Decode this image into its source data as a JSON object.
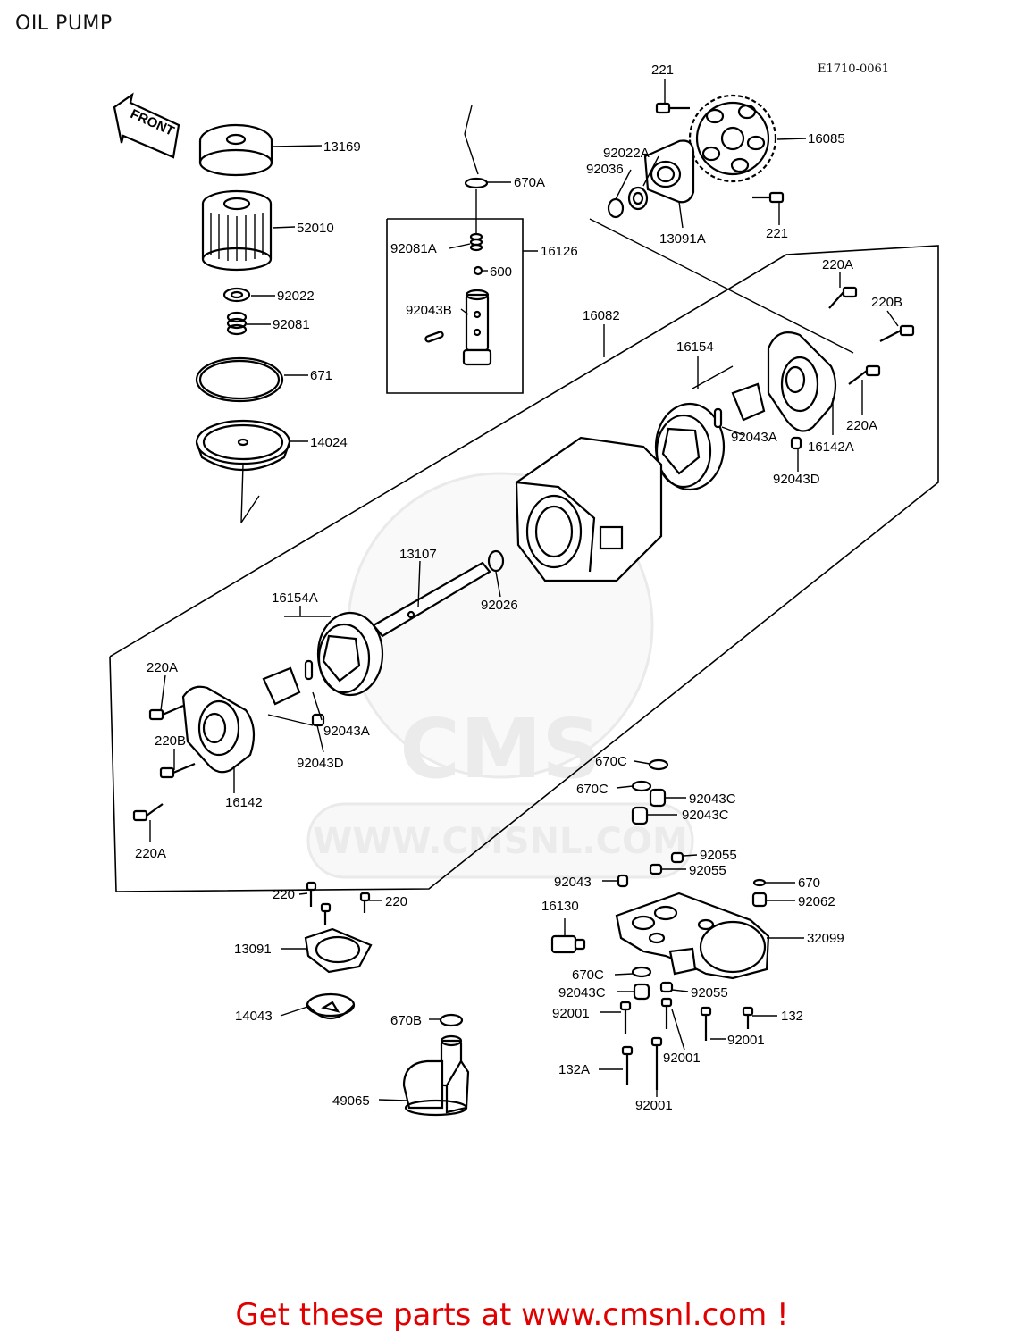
{
  "title": "OIL PUMP",
  "diagram_code": "E1710-0061",
  "front_marker": "FRONT",
  "watermark": {
    "logo": "CMS",
    "url": "WWW.CMSNL.COM"
  },
  "footer_banner": "Get these parts at www.cmsnl.com !",
  "callouts": [
    "221",
    "16085",
    "92022A",
    "92036",
    "13091A",
    "221",
    "670A",
    "92081A",
    "16126",
    "600",
    "92043B",
    "13169",
    "52010",
    "92022",
    "92081",
    "671",
    "14024",
    "16082",
    "16154",
    "220A",
    "220B",
    "220A",
    "92043A",
    "16142A",
    "92043D",
    "13107",
    "92026",
    "16154A",
    "220A",
    "220B",
    "220A",
    "92043A",
    "92043D",
    "16142",
    "670C",
    "670C",
    "92043C",
    "92043C",
    "92055",
    "92055",
    "92043",
    "670",
    "92062",
    "16130",
    "32099",
    "670C",
    "92043C",
    "92055",
    "92001",
    "132",
    "92001",
    "92001",
    "132A",
    "92001",
    "220",
    "220",
    "13091",
    "14043",
    "670B",
    "49065"
  ]
}
